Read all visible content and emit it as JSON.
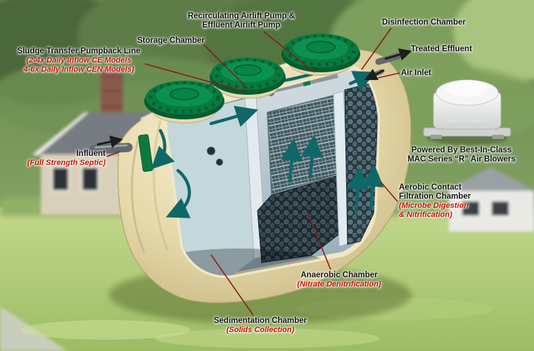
{
  "labels": {
    "recirc": {
      "line1": "Recirculating Airlift Pump &",
      "line2": "Effluent Airlift Pump"
    },
    "disinfection": {
      "text": "Disinfection Chamber"
    },
    "storage": {
      "text": "Storage Chamber"
    },
    "treated": {
      "text": "Treated Effluent"
    },
    "sludge": {
      "title": "Sludge Transfer Pumpback Line",
      "sub1": "(2-4x Daily Inflow CE Models",
      "sub2": "4-6x Daily Inflow CEN Models)"
    },
    "air_inlet": {
      "text": "Air Inlet"
    },
    "influent": {
      "title": "Influent",
      "sub": "(Full Strength Septic)"
    },
    "blower": {
      "line1": "Powered By Best-In-Class",
      "line2": "MAC Series “R” Air Blowers"
    },
    "aerobic": {
      "line1": "Aerobic Contact",
      "line2": "Filtration Chamber",
      "sub1": "(Microbe Digestion",
      "sub2": "& Nitrification)"
    },
    "anaerobic": {
      "title": "Anaerobic Chamber",
      "sub": "(Nitrate Denitrification)"
    },
    "sedimentation": {
      "title": "Sedimentation Chamber",
      "sub": "(Solids Collection)"
    }
  },
  "colors": {
    "label_text": "#141414",
    "annotation_red": "#c41200",
    "leader_line": "#8b1c1c",
    "tank_shell": "#e9dfb6",
    "lid_green": "#077a40",
    "interior_teal": "#b7cdd4",
    "grass": "#aac873"
  }
}
